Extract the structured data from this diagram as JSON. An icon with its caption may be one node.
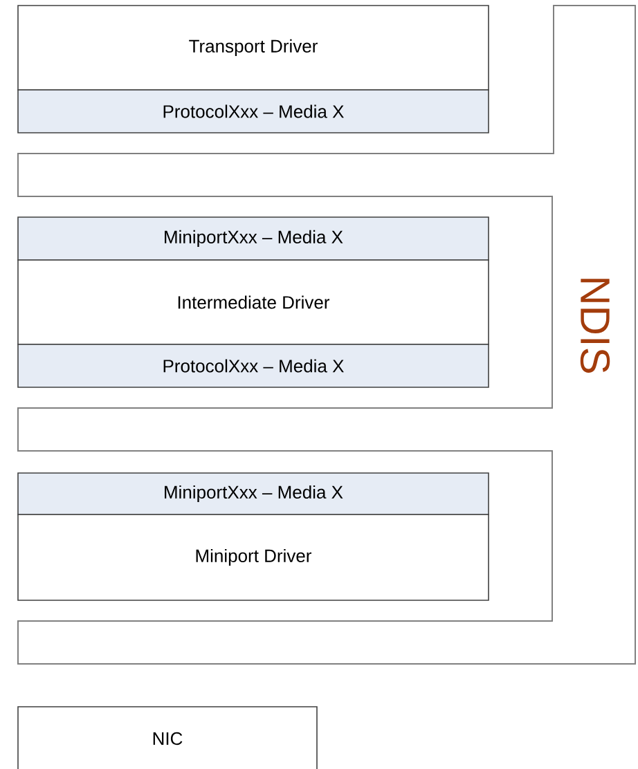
{
  "diagram": {
    "nodes": [
      {
        "text": [
          "Transport Driver"
        ]
      },
      {
        "text": [
          "ProtocolXxx – Media X"
        ]
      },
      {
        "text": [
          "MiniportXxx – Media X"
        ]
      },
      {
        "text": [
          "Intermediate Driver"
        ]
      },
      {
        "text": [
          "ProtocolXxx – Media X"
        ]
      },
      {
        "text": [
          "MiniportXxx – Media X"
        ]
      },
      {
        "text": [
          "Miniport Driver"
        ]
      },
      {
        "text": [
          "NDIS"
        ]
      },
      {
        "text": [
          "NIC"
        ]
      }
    ]
  }
}
